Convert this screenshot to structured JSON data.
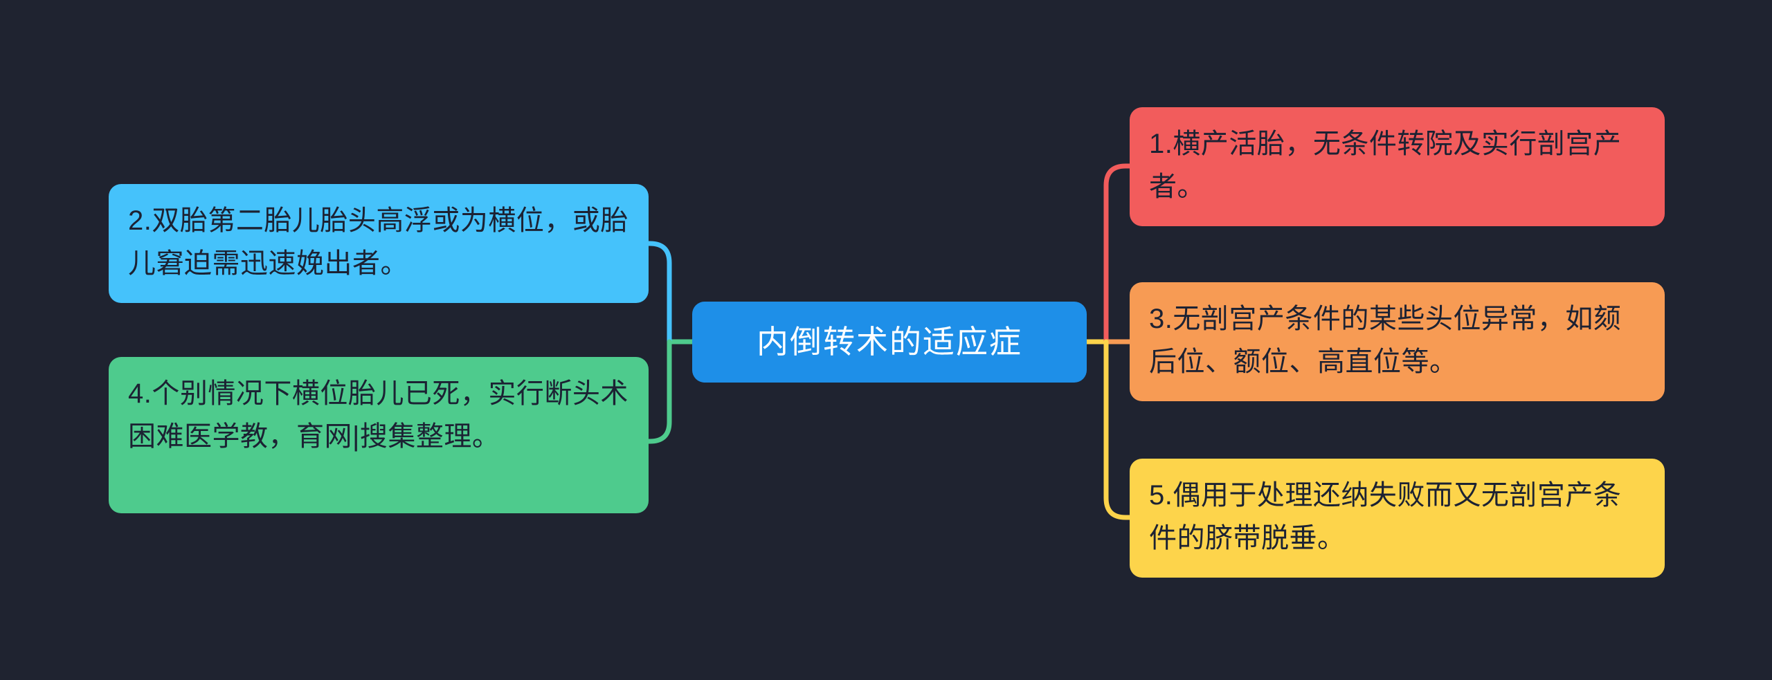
{
  "diagram": {
    "type": "mindmap",
    "background_color": "#1f2330",
    "root": {
      "label": "内倒转术的适应症",
      "color": "#1e8fe8",
      "text_color": "#ffffff"
    },
    "branches": {
      "left": [
        {
          "id": "node-2",
          "label": "2.双胎第二胎儿胎头高浮或为横位，或胎儿窘迫需迅速娩出者。",
          "color": "#45c2fb",
          "connector_color": "#45c2fb"
        },
        {
          "id": "node-4",
          "label": "4.个别情况下横位胎儿已死，实行断头术困难医学教，育网|搜集整理。",
          "color": "#4ecb8d",
          "connector_color": "#4ecb8d"
        }
      ],
      "right": [
        {
          "id": "node-1",
          "label": "1.横产活胎，无条件转院及实行剖宫产者。",
          "color": "#f25c5c",
          "connector_color": "#f25c5c"
        },
        {
          "id": "node-3",
          "label": "3.无剖宫产条件的某些头位异常，如颏后位、额位、高直位等。",
          "color": "#f79b54",
          "connector_color": "#f79b54"
        },
        {
          "id": "node-5",
          "label": "5.偶用于处理还纳失败而又无剖宫产条件的脐带脱垂。",
          "color": "#fdd44b",
          "connector_color": "#fdd44b"
        }
      ]
    }
  }
}
